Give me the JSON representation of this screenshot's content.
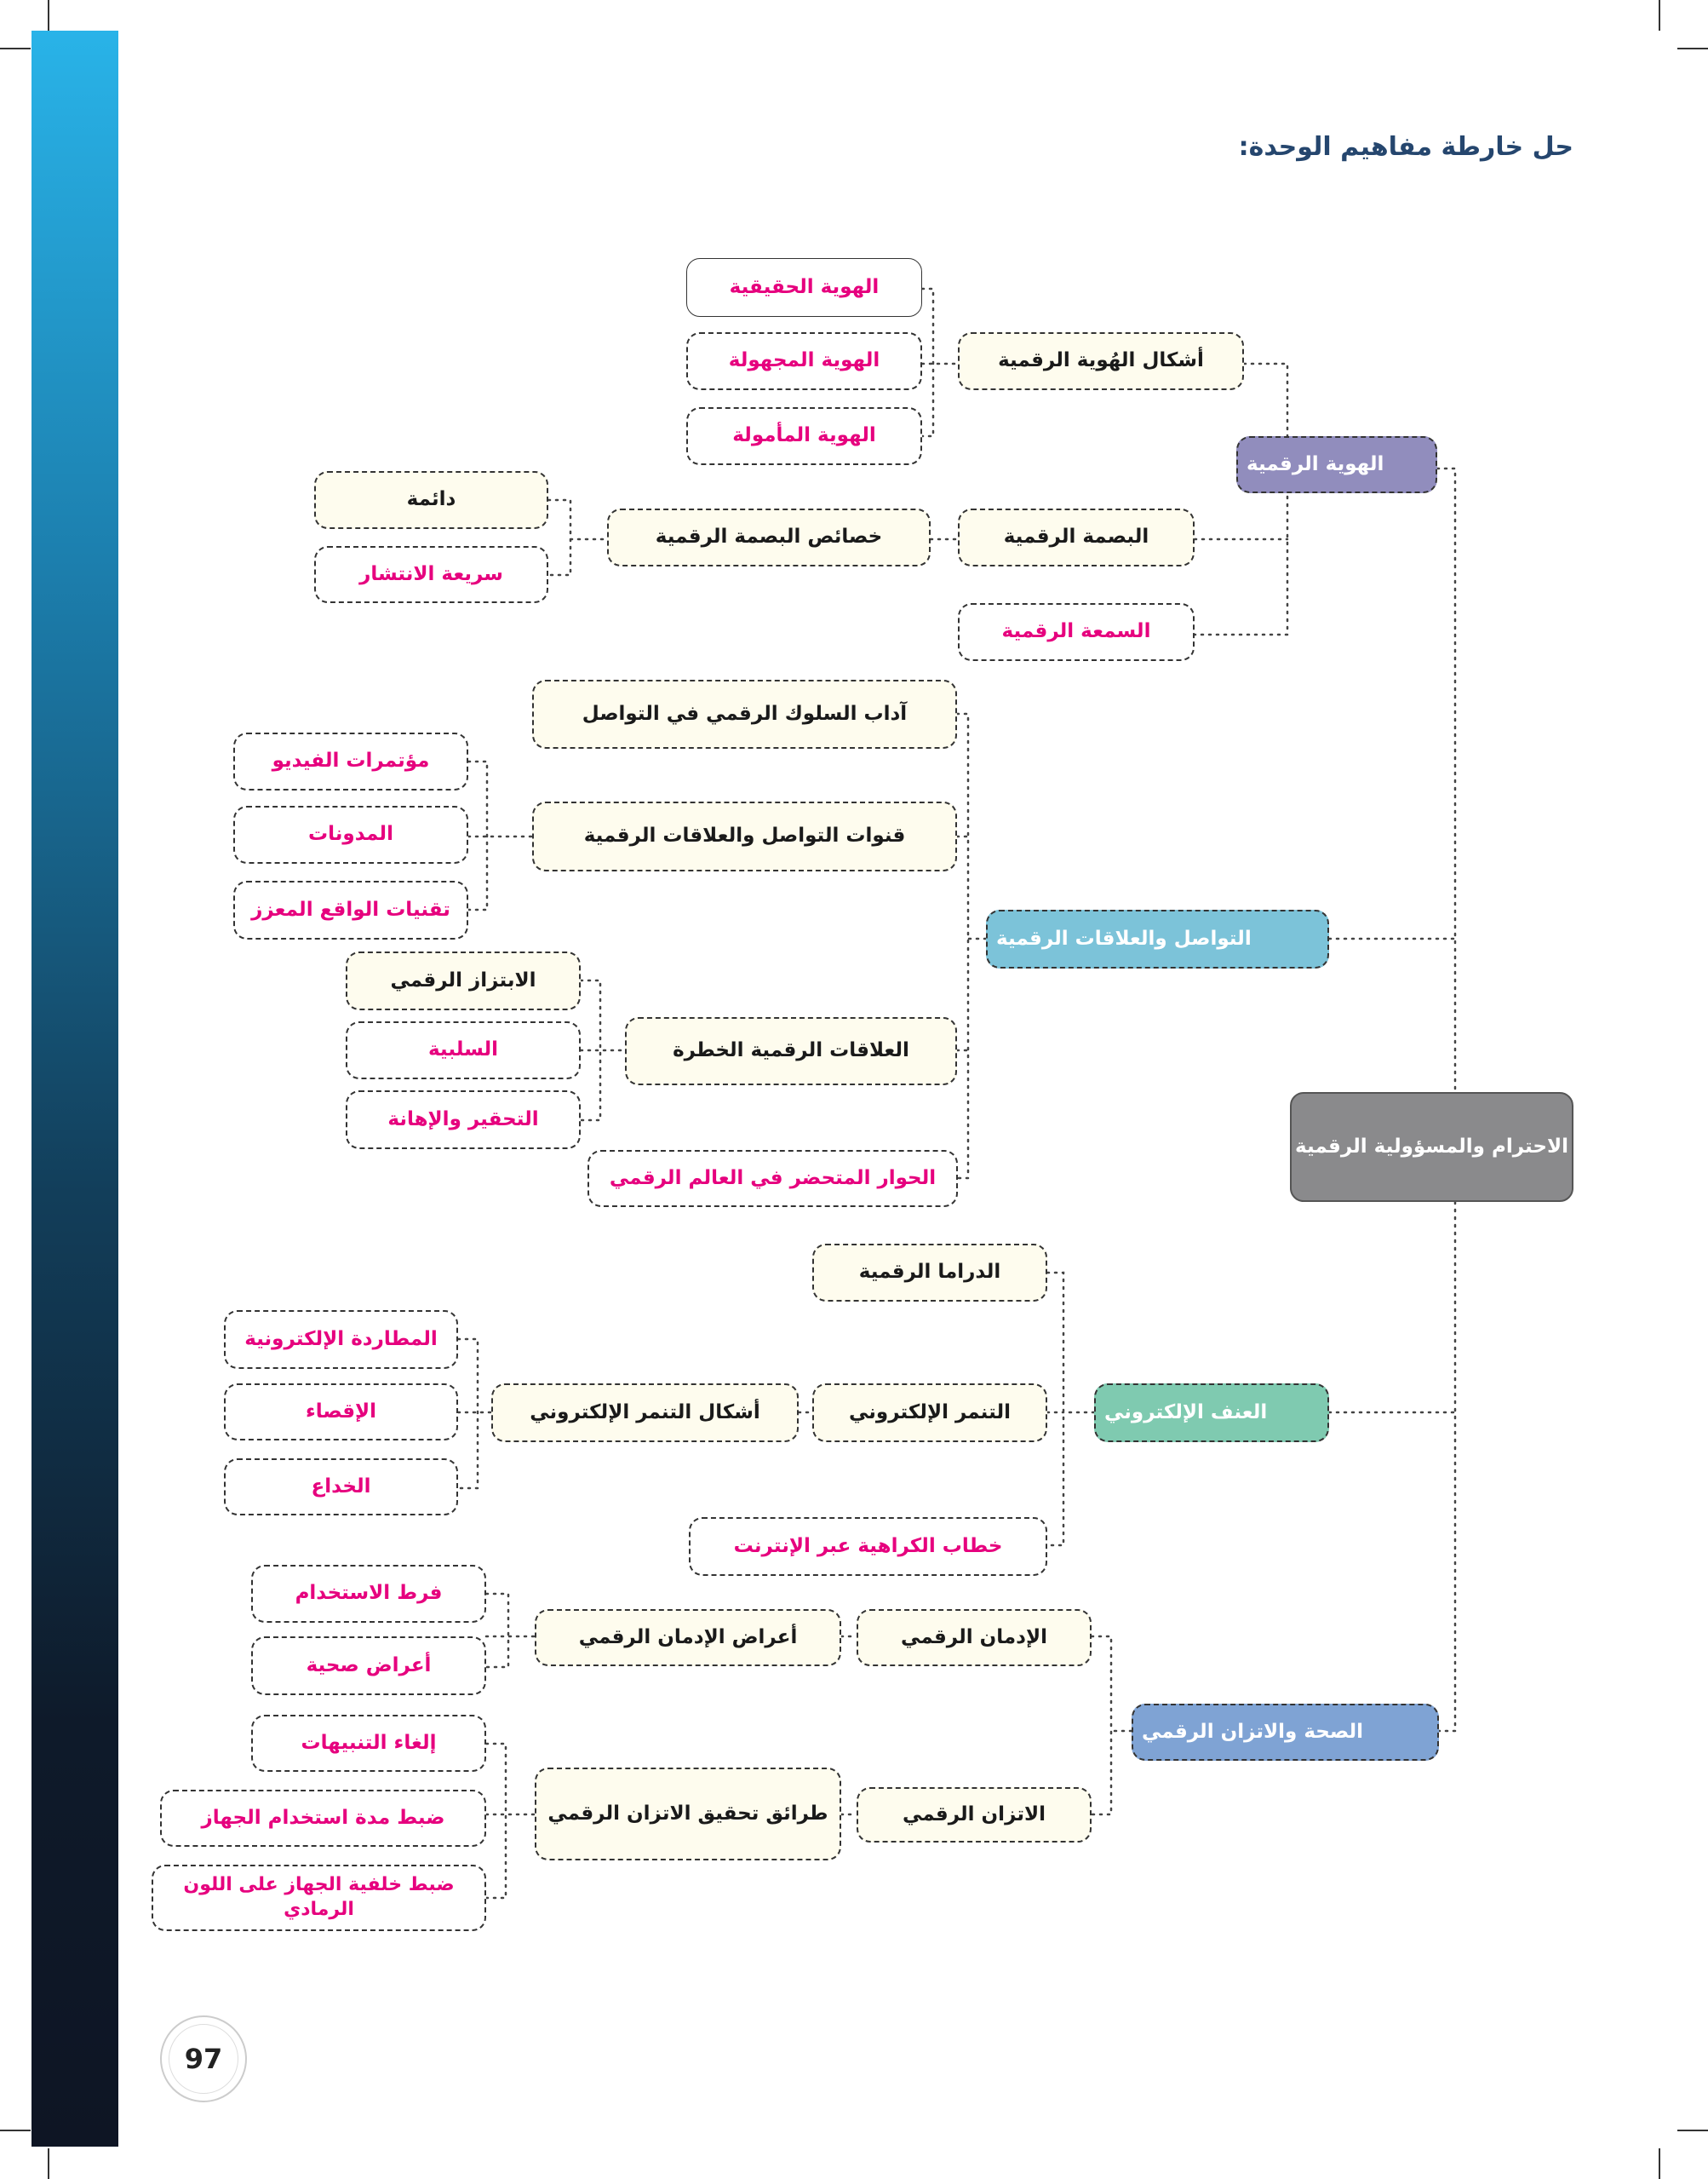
{
  "title": "حل خارطة مفاهيم الوحدة:",
  "page_number": "97",
  "colors": {
    "pink_text": "#e6007e",
    "cream": "#fefcee",
    "identity": "#918dbd",
    "communication": "#7cc3d9",
    "violence": "#7fcab0",
    "health": "#7fa3d4",
    "center": "#8a8a8c",
    "title": "#25466e"
  },
  "center": "الاحترام والمسؤولية الرقمية",
  "identity": {
    "main": "الهوية الرقمية",
    "forms": "أشكال الهُوية الرقمية",
    "forms_items": [
      "الهوية الحقيقية",
      "الهوية المجهولة",
      "الهوية المأمولة"
    ],
    "footprint": "البصمة الرقمية",
    "footprint_props": "خصائص البصمة الرقمية",
    "footprint_items": [
      "دائمة",
      "سريعة الانتشار"
    ],
    "reputation": "السمعة الرقمية"
  },
  "communication": {
    "main": "التواصل والعلاقات الرقمية",
    "etiquette": "آداب السلوك الرقمي في التواصل",
    "channels": "قنوات التواصل والعلاقات الرقمية",
    "channels_items": [
      "مؤتمرات الفيديو",
      "المدونات",
      "تقنيات الواقع المعزز"
    ],
    "dangerous": "العلاقات الرقمية الخطرة",
    "dangerous_items": [
      "الابتزاز الرقمي",
      "السلبية",
      "التحقير والإهانة"
    ],
    "dialogue": "الحوار المتحضر في العالم الرقمي"
  },
  "violence": {
    "main": "العنف الإلكتروني",
    "drama": "الدراما الرقمية",
    "bullying": "التنمر الإلكتروني",
    "bullying_forms": "أشكال التنمر الإلكتروني",
    "bullying_items": [
      "المطاردة الإلكترونية",
      "الإقصاء",
      "الخداع"
    ],
    "hate": "خطاب الكراهية عبر الإنترنت"
  },
  "health": {
    "main": "الصحة والاتزان الرقمي",
    "addiction": "الإدمان الرقمي",
    "addiction_symptoms": "أعراض الإدمان الرقمي",
    "addiction_items": [
      "فرط الاستخدام",
      "أعراض صحية"
    ],
    "balance": "الاتزان الرقمي",
    "balance_ways": "طرائق تحقيق الاتزان الرقمي",
    "balance_items": [
      "إلغاء التنبيهات",
      "ضبط مدة استخدام الجهاز",
      "ضبط خلفية الجهاز على اللون الرمادي"
    ]
  }
}
